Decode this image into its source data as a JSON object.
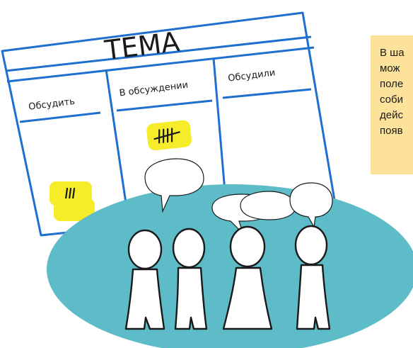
{
  "board": {
    "title": "ТЕМА",
    "columns": [
      "Обсудить",
      "В обсуждении",
      "Обсудили"
    ]
  },
  "note": {
    "lines": [
      "В ша",
      "мож",
      "поле",
      "соби",
      "дейс",
      "появ"
    ]
  },
  "colors": {
    "background": "#ffffff",
    "board_line": "#1e6fd0",
    "sticky": "#f7ec2a",
    "discussion_circle": "#5dbcc8",
    "note_bg": "#fce29a",
    "ink": "#1a1a1a"
  },
  "icons": [
    "speech-bubble-icon",
    "person-icon",
    "tally-marks-icon"
  ]
}
